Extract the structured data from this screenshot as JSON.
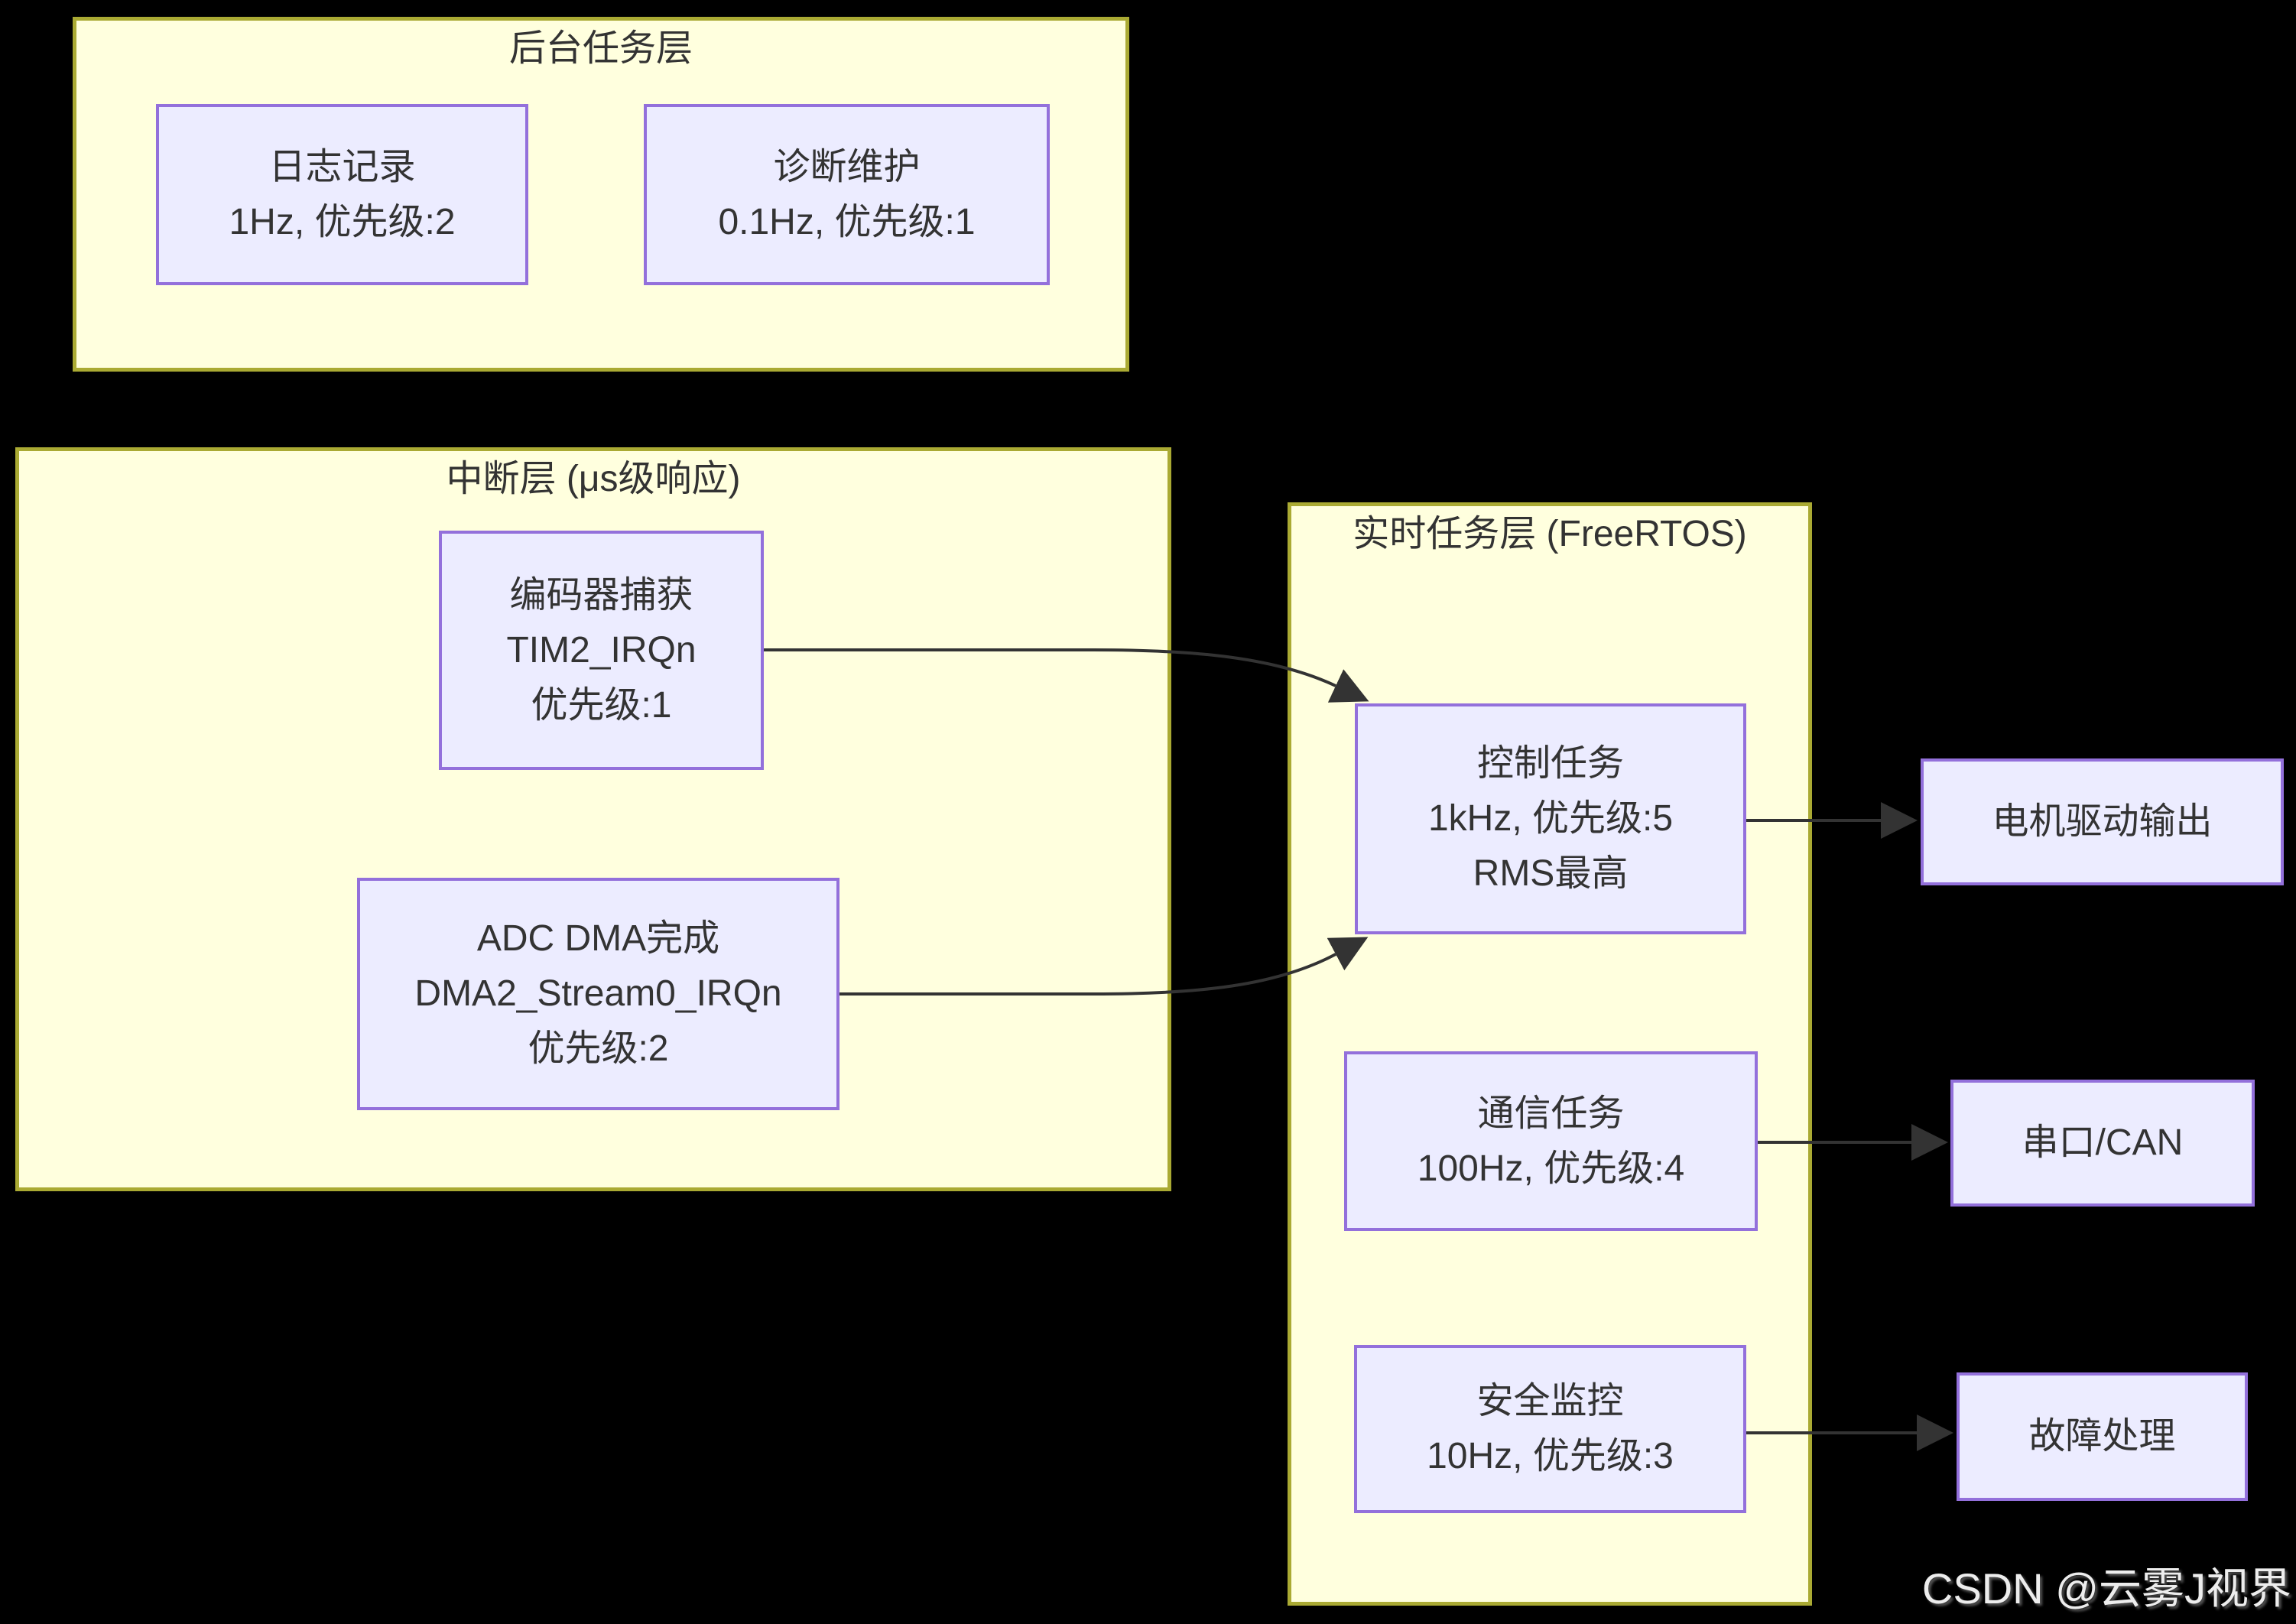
{
  "diagram": {
    "clusters": [
      {
        "id": "background-task-layer",
        "title": "后台任务层"
      },
      {
        "id": "interrupt-layer",
        "title": "中断层 (μs级响应)"
      },
      {
        "id": "rtos-layer",
        "title": "实时任务层 (FreeRTOS)"
      }
    ],
    "nodes": {
      "log": {
        "label": "日志记录\n1Hz, 优先级:2"
      },
      "diag": {
        "label": "诊断维护\n0.1Hz, 优先级:1"
      },
      "encoder": {
        "label": "编码器捕获\nTIM2_IRQn\n优先级:1"
      },
      "adc": {
        "label": "ADC DMA完成\nDMA2_Stream0_IRQn\n优先级:2"
      },
      "ctrl": {
        "label": "控制任务\n1kHz, 优先级:5\nRMS最高"
      },
      "comm": {
        "label": "通信任务\n100Hz, 优先级:4"
      },
      "safety": {
        "label": "安全监控\n10Hz, 优先级:3"
      },
      "motor": {
        "label": "电机驱动输出"
      },
      "serial": {
        "label": "串口/CAN"
      },
      "fault": {
        "label": "故障处理"
      }
    },
    "edges": [
      {
        "from": "encoder",
        "to": "ctrl"
      },
      {
        "from": "adc",
        "to": "ctrl"
      },
      {
        "from": "ctrl",
        "to": "motor"
      },
      {
        "from": "comm",
        "to": "serial"
      },
      {
        "from": "safety",
        "to": "fault"
      }
    ],
    "colors": {
      "background": "#000000",
      "cluster_fill": "#ffffde",
      "cluster_border": "#aaaa33",
      "node_fill": "#ececff",
      "node_border": "#9370db",
      "edge": "#333333",
      "text": "#333333",
      "watermark_text": "#ededed"
    },
    "watermark": "CSDN @云雾J视界"
  }
}
